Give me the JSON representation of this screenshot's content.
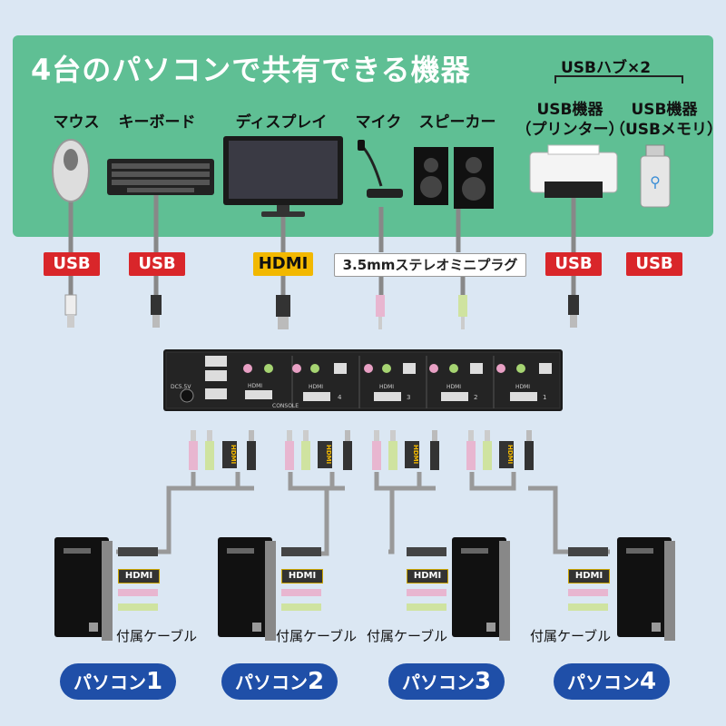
{
  "title": "4台のパソコンで共有できる機器",
  "hub_label": "USBハブ×2",
  "devices": [
    {
      "label": "マウス",
      "icon": "mouse-icon"
    },
    {
      "label": "キーボード",
      "icon": "keyboard-icon"
    },
    {
      "label": "ディスプレイ",
      "icon": "display-icon"
    },
    {
      "label": "マイク",
      "icon": "microphone-icon"
    },
    {
      "label": "スピーカー",
      "icon": "speaker-icon"
    },
    {
      "label": "USB機器\n（プリンター）",
      "icon": "printer-icon"
    },
    {
      "label": "USB機器\n（USBメモリ）",
      "icon": "usb-memory-icon"
    }
  ],
  "connectors": {
    "usb": "USB",
    "hdmi": "HDMI",
    "audio": "3.5mmステレオミニプラグ"
  },
  "switch_labels": {
    "console": "CONSOLE",
    "power": "DC5.5V",
    "port_hdmi": "HDMI",
    "ports": [
      "4",
      "3",
      "2",
      "1"
    ]
  },
  "cable_note": "付属ケーブル",
  "pcs": [
    {
      "label": "パソコン",
      "num": "1"
    },
    {
      "label": "パソコン",
      "num": "2"
    },
    {
      "label": "パソコン",
      "num": "3"
    },
    {
      "label": "パソコン",
      "num": "4"
    }
  ],
  "colors": {
    "panel": "#5fbf94",
    "usb_tag": "#d9262a",
    "hdmi_tag": "#f2b800",
    "pc_label": "#1f4fa8",
    "background": "#dbe7f3"
  }
}
